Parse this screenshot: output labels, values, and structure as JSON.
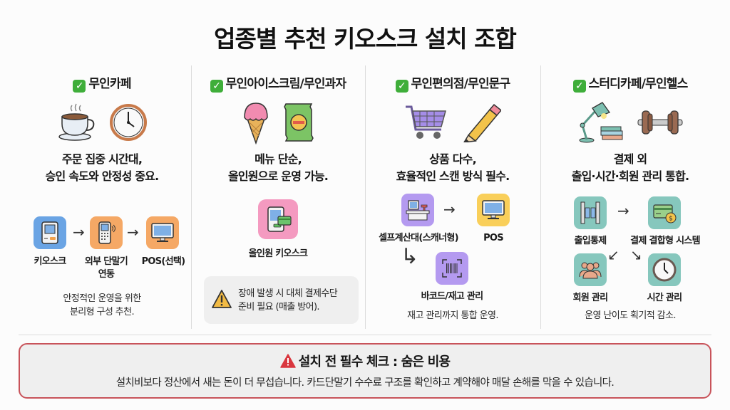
{
  "title": "업종별 추천 키오스크 설치 조합",
  "colors": {
    "check_green": "#3fae3a",
    "banner_border": "#c8535a",
    "warning_red": "#d9363e",
    "warning_yellow": "#f2bb45",
    "tile_blue": "#6aa4e4",
    "tile_orange": "#f5a865",
    "tile_pink": "#f49ac0",
    "tile_purple": "#b49af0",
    "tile_yellow": "#f9cf5a",
    "tile_teal": "#86c7bd"
  },
  "columns": [
    {
      "header": "무인카페",
      "check_icon": "check-box-icon",
      "hero_icons": [
        "coffee-cup-icon",
        "clock-icon"
      ],
      "desc_line1": "주문 집중 시간대,",
      "desc_line2": "승인 속도와 안정성 중요.",
      "flow": [
        {
          "label": "키오스크",
          "icon": "kiosk-icon",
          "color": "blue"
        },
        {
          "label": "외부 단말기",
          "label2": "연동",
          "icon": "card-terminal-icon",
          "color": "orange"
        },
        {
          "label": "POS(선택)",
          "icon": "monitor-icon",
          "color": "orange"
        }
      ],
      "arrows": [
        "→",
        "→"
      ],
      "note_line1": "안정적인 운영을 위한",
      "note_line2": "분리형 구성 추천."
    },
    {
      "header": "무인아이스크림/무인과자",
      "check_icon": "check-box-icon",
      "hero_icons": [
        "ice-cream-icon",
        "snack-bag-icon"
      ],
      "desc_line1": "메뉴 단순,",
      "desc_line2": "올인원으로 운영 가능.",
      "flow": [
        {
          "label": "올인원 키오스크",
          "icon": "all-in-one-kiosk-icon",
          "color": "pink"
        }
      ],
      "warning_icon": "warning-triangle-icon",
      "warning_line1": "장애 발생 시 대체 결제수단",
      "warning_line2": "준비 필요 (매출 방어)."
    },
    {
      "header": "무인편의점/무인문구",
      "check_icon": "check-box-icon",
      "hero_icons": [
        "shopping-cart-icon",
        "pencil-icon"
      ],
      "desc_line1": "상품 다수,",
      "desc_line2": "효율적인 스캔 방식 필수.",
      "flow": [
        {
          "label": "셀프계산대(스캐너형)",
          "icon": "self-checkout-icon",
          "color": "purple"
        },
        {
          "label": "POS",
          "icon": "monitor-icon",
          "color": "yellow"
        },
        {
          "label": "바코드/재고 관리",
          "icon": "barcode-icon",
          "color": "purple"
        }
      ],
      "arrows": [
        "→",
        "↳"
      ],
      "note_line1": "재고 관리까지 통합 운영."
    },
    {
      "header": "스터디카페/무인헬스",
      "check_icon": "check-box-icon",
      "hero_icons": [
        "desk-lamp-books-icon",
        "dumbbell-icon"
      ],
      "desc_line1": "결제 외",
      "desc_line2": "출입·시간·회원 관리 통합.",
      "flow": [
        {
          "label": "출입통제",
          "icon": "gate-icon",
          "color": "teal"
        },
        {
          "label": "결제 결합형 시스템",
          "icon": "card-payment-icon",
          "color": "teal"
        },
        {
          "label": "회원 관리",
          "icon": "members-icon",
          "color": "teal"
        },
        {
          "label": "시간 관리",
          "icon": "clock-icon",
          "color": "teal"
        }
      ],
      "arrows": [
        "→",
        "↙",
        "↘"
      ],
      "note_line1": "운영 난이도 획기적 감소."
    }
  ],
  "banner": {
    "icon": "warning-triangle-icon",
    "title": "설치 전 필수 체크 : 숨은 비용",
    "text": "설치비보다 정산에서 새는 돈이 더 무섭습니다. 카드단말기 수수료 구조를 확인하고 계약해야 매달 손해를 막을 수 있습니다."
  }
}
